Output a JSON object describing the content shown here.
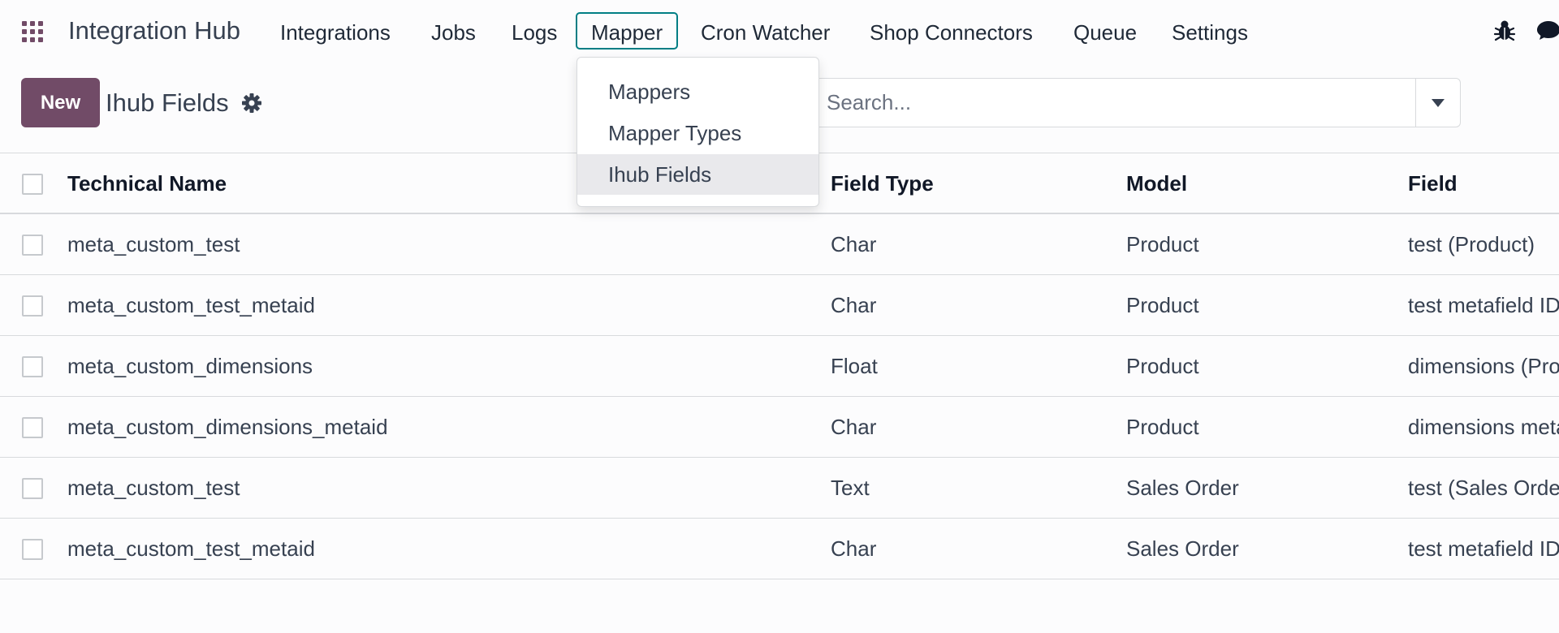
{
  "navbar": {
    "brand": "Integration Hub",
    "items": [
      {
        "label": "Integrations",
        "active": false
      },
      {
        "label": "Jobs",
        "active": false
      },
      {
        "label": "Logs",
        "active": false
      },
      {
        "label": "Mapper",
        "active": true
      },
      {
        "label": "Cron Watcher",
        "active": false
      },
      {
        "label": "Shop Connectors",
        "active": false
      },
      {
        "label": "Queue",
        "active": false
      },
      {
        "label": "Settings",
        "active": false
      }
    ],
    "icons": [
      "apps-grid-icon",
      "debug-bug-icon",
      "chat-bubble-icon"
    ]
  },
  "control_panel": {
    "new_label": "New",
    "title": "Ihub Fields",
    "search_placeholder": "Search..."
  },
  "dropdown": {
    "items": [
      {
        "label": "Mappers",
        "selected": false
      },
      {
        "label": "Mapper Types",
        "selected": false
      },
      {
        "label": "Ihub Fields",
        "selected": true
      }
    ]
  },
  "table": {
    "headers": [
      "Technical Name",
      "Field Type",
      "Model",
      "Field"
    ],
    "rows": [
      [
        "meta_custom_test",
        "Char",
        "Product",
        "test (Product)"
      ],
      [
        "meta_custom_test_metaid",
        "Char",
        "Product",
        "test metafield ID"
      ],
      [
        "meta_custom_dimensions",
        "Float",
        "Product",
        "dimensions (Product)"
      ],
      [
        "meta_custom_dimensions_metaid",
        "Char",
        "Product",
        "dimensions metafield ID"
      ],
      [
        "meta_custom_test",
        "Text",
        "Sales Order",
        "test (Sales Order)"
      ],
      [
        "meta_custom_test_metaid",
        "Char",
        "Sales Order",
        "test metafield ID"
      ]
    ]
  },
  "colors": {
    "primary": "#714b67",
    "active_border": "#017e84",
    "apps_icon": "#714b67",
    "divider": "#d8dadd"
  }
}
